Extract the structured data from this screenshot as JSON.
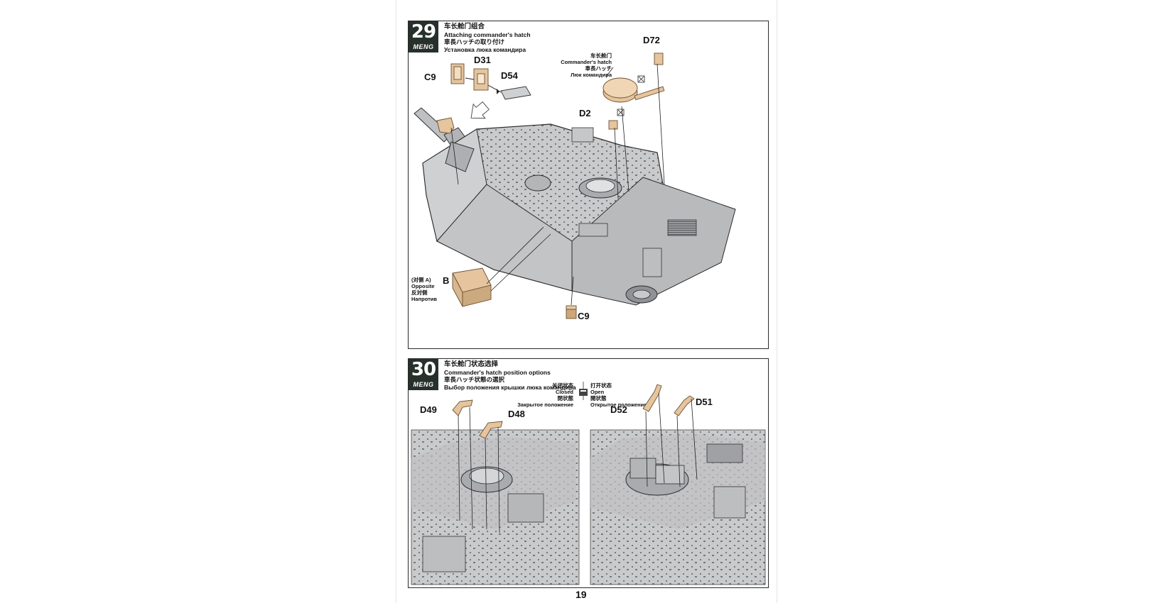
{
  "page": {
    "number": "19"
  },
  "step29": {
    "number": "29",
    "brand": "MENG",
    "title_zh": "车长舱门组合",
    "title_en": "Attaching commander's hatch",
    "title_ja": "車長ハッチの取り付け",
    "title_ru": "Установка люка командира",
    "parts": {
      "c9_top": "C9",
      "d31": "D31",
      "d54": "D54",
      "d72": "D72",
      "d2": "D2",
      "b": "B",
      "c9_bottom": "C9"
    },
    "hatch_callout": {
      "zh": "车长舱门",
      "en": "Commander's hatch",
      "ja": "車長ハッチ",
      "ru": "Люк командира"
    },
    "opposite_callout": {
      "zh": "(对侧 A)",
      "en": "Opposite",
      "ja": "反対側",
      "ru": "Напротив"
    }
  },
  "step30": {
    "number": "30",
    "brand": "MENG",
    "title_zh": "车长舱门状态选择",
    "title_en": "Commander's hatch position options",
    "title_ja": "車長ハッチ状態の選択",
    "title_ru": "Выбор положения крышки люка командира",
    "closed": {
      "zh": "关闭状态",
      "en": "Closed",
      "ja": "閉状態",
      "ru": "Закрытое положение"
    },
    "open": {
      "zh": "打开状态",
      "en": "Open",
      "ja": "開状態",
      "ru": "Открытое положение"
    },
    "parts": {
      "d49": "D49",
      "d48": "D48",
      "d52": "D52",
      "d51": "D51"
    }
  }
}
